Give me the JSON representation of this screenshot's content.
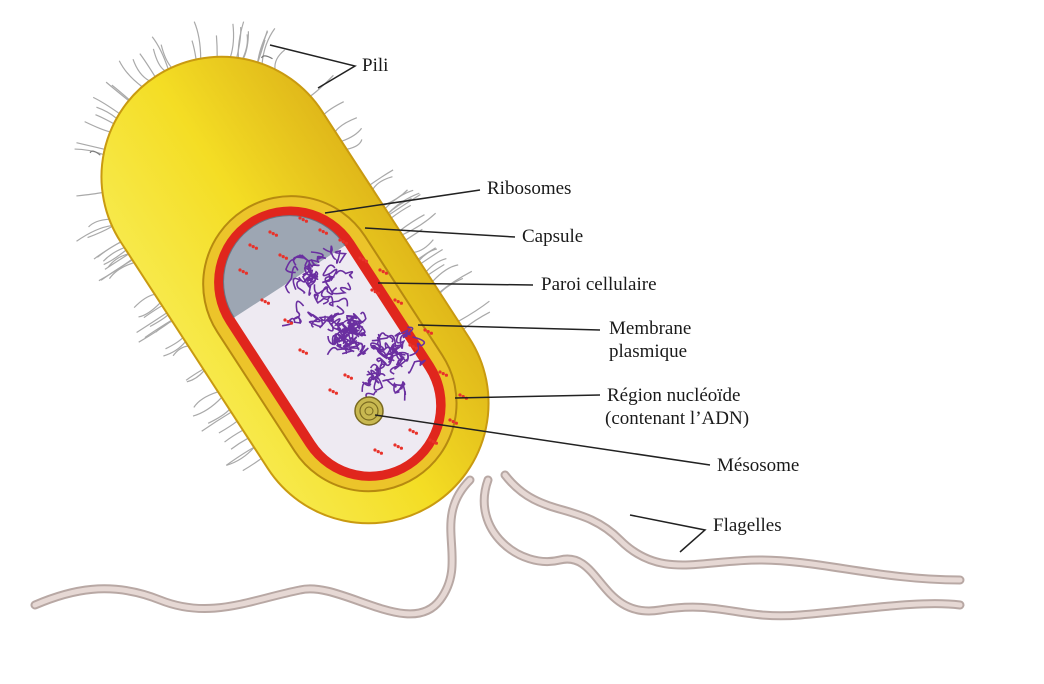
{
  "labels": {
    "pili": "Pili",
    "ribosomes": "Ribosomes",
    "capsule": "Capsule",
    "paroi": "Paroi cellulaire",
    "membrane_line1": "Membrane",
    "membrane_line2": "plasmique",
    "nucleoide_line1": "Région nucléoïde",
    "nucleoide_line2": "(contenant l’ADN)",
    "mesosome": "Mésosome",
    "flagelles": "Flagelles"
  },
  "colors": {
    "capsule": "#f2dc28",
    "wall": "#e8b820",
    "membrane": "#e0261d",
    "cytoplasm": "#eeeaf2",
    "dna": "#6a2fa0",
    "ribosome_dots": "#e8322a",
    "flagella": "#d9c8c4",
    "leader_lines": "#222222"
  }
}
